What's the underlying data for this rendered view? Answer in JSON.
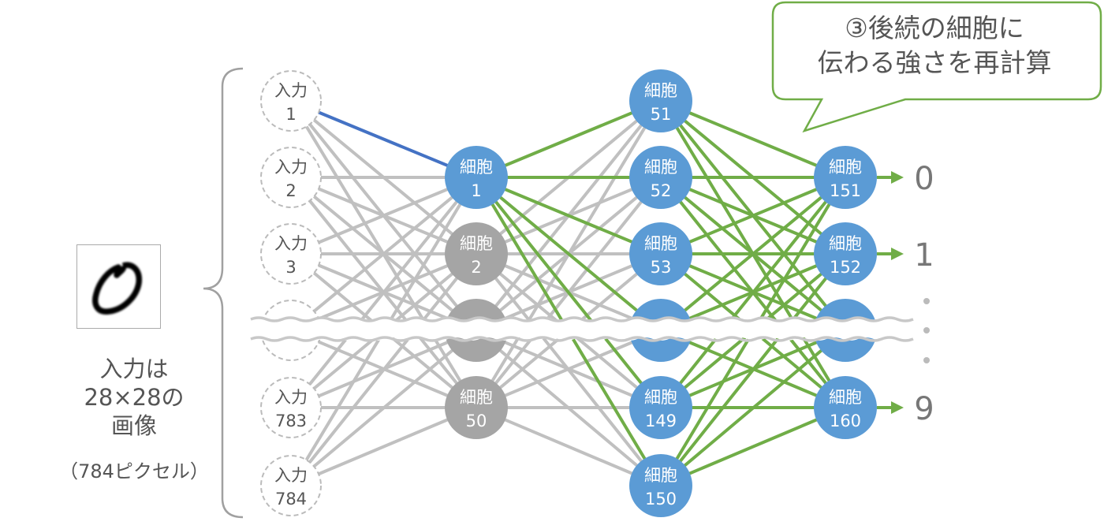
{
  "callout": {
    "line1": "③後続の細胞に",
    "line2": "伝わる強さを再計算"
  },
  "input_image": {
    "icon": "handwritten-digit-zero",
    "caption_lines": [
      "入力は",
      "28×28の",
      "画像"
    ],
    "sub_caption": "（784ピクセル）"
  },
  "layers": {
    "input": {
      "nodes": [
        {
          "line1": "入力",
          "line2": "1"
        },
        {
          "line1": "入力",
          "line2": "2"
        },
        {
          "line1": "入力",
          "line2": "3"
        },
        {
          "line1": "",
          "line2": "",
          "hidden": true
        },
        {
          "line1": "入力",
          "line2": "783"
        },
        {
          "line1": "入力",
          "line2": "784"
        }
      ]
    },
    "hidden1": {
      "nodes": [
        {
          "line1": "細胞",
          "line2": "1",
          "active": true
        },
        {
          "line1": "細胞",
          "line2": "2",
          "active": false
        },
        {
          "line1": "",
          "line2": "",
          "active": false,
          "hidden": true
        },
        {
          "line1": "細胞",
          "line2": "50",
          "active": false
        }
      ]
    },
    "hidden2": {
      "nodes": [
        {
          "line1": "細胞",
          "line2": "51"
        },
        {
          "line1": "細胞",
          "line2": "52"
        },
        {
          "line1": "細胞",
          "line2": "53"
        },
        {
          "line1": "",
          "line2": "",
          "hidden": true
        },
        {
          "line1": "細胞",
          "line2": "149"
        },
        {
          "line1": "細胞",
          "line2": "150"
        }
      ]
    },
    "output": {
      "nodes": [
        {
          "line1": "細胞",
          "line2": "151",
          "result": "0"
        },
        {
          "line1": "細胞",
          "line2": "152",
          "result": "1"
        },
        {
          "line1": "",
          "line2": "",
          "hidden": true,
          "result": ""
        },
        {
          "line1": "細胞",
          "line2": "160",
          "result": "9"
        }
      ]
    }
  },
  "ellipsis": "・・・",
  "colors": {
    "active_cell": "#5b9bd5",
    "inactive_cell": "#a5a5a5",
    "highlight_edge": "#4472c4",
    "updated_edge": "#70ad47",
    "default_edge": "#c0c0c0",
    "input_border": "#bbbbbb",
    "text": "#555555",
    "callout_border": "#70ad47"
  }
}
